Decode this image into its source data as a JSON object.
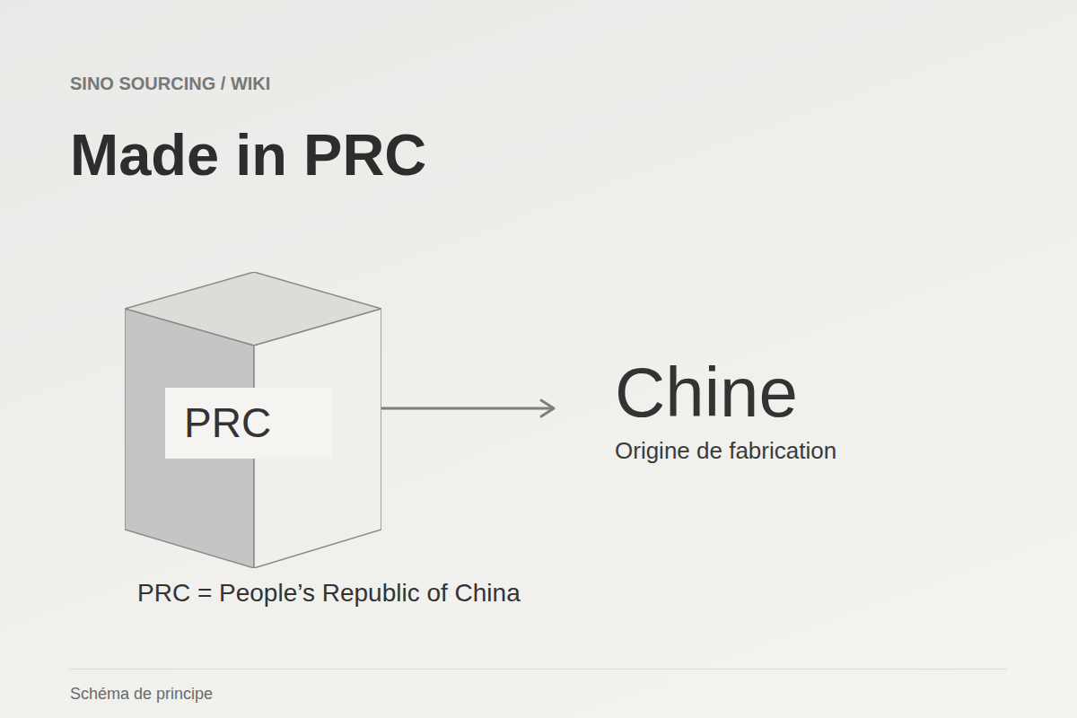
{
  "diagram": {
    "title": "Made in PRC",
    "caption": "Schéma de principe",
    "nodes": [
      {
        "text": [
          "PRC"
        ]
      },
      {
        "text": [
          "Chine",
          "Origine de fabrication"
        ]
      }
    ],
    "edges": [
      {
        "from": 0,
        "to": 1,
        "arrow": "to"
      }
    ],
    "labels": [
      "SINO SOURCING / WIKI",
      "PRC = People’s Republic of China"
    ]
  }
}
